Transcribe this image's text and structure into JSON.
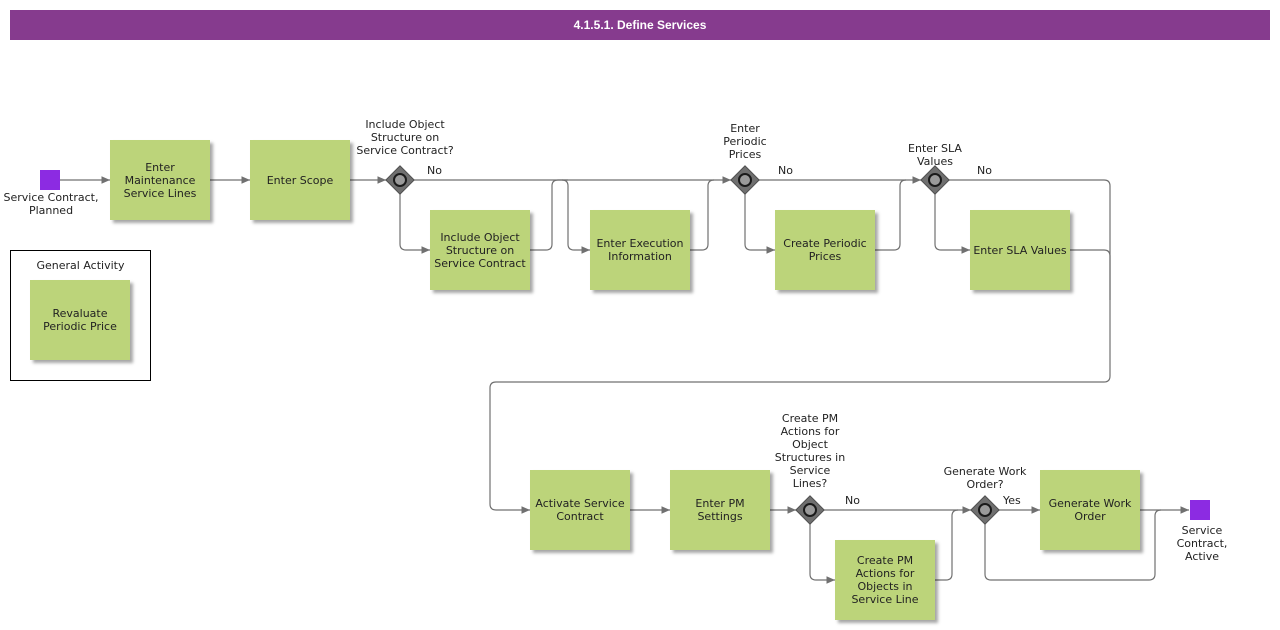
{
  "title": "4.1.5.1. Define Services",
  "colors": {
    "header": "#863b8e",
    "activity": "#bcd47a",
    "event": "#8c2be2",
    "gateway": "#707070"
  },
  "events": {
    "start": "Service Contract, Planned",
    "end": "Service Contract, Active"
  },
  "group": {
    "title": "General Activity",
    "activity": "Revaluate Periodic Price"
  },
  "activities": {
    "enter_maintenance": "Enter Maintenance Service Lines",
    "enter_scope": "Enter Scope",
    "include_object": "Include Object Structure on Service Contract",
    "enter_execution": "Enter Execution Information",
    "create_periodic": "Create Periodic Prices",
    "enter_sla": "Enter SLA Values",
    "activate_service": "Activate Service Contract",
    "enter_pm": "Enter PM Settings",
    "create_pm_actions": "Create PM Actions for Objects in Service Line",
    "generate_work_order": "Generate Work Order"
  },
  "gateways": {
    "g1": "Include Object Structure on Service Contract?",
    "g2": "Enter Periodic Prices",
    "g3": "Enter SLA Values",
    "g4": "Create PM Actions for Object Structures in Service Lines?",
    "g5": "Generate Work Order?"
  },
  "flow_labels": {
    "no": "No",
    "yes": "Yes"
  }
}
